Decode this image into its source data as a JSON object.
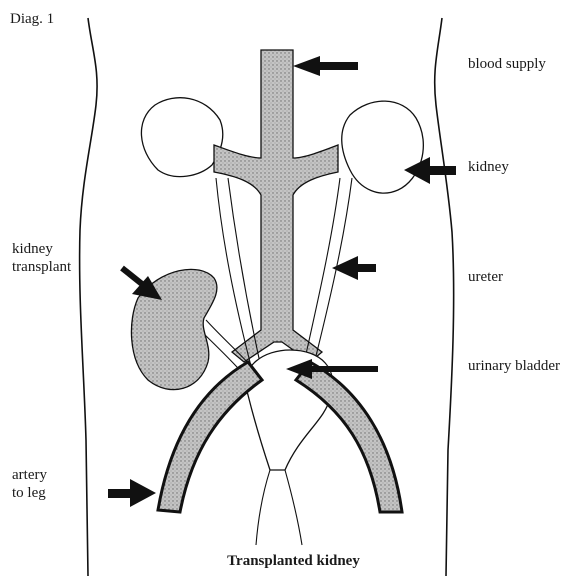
{
  "diagram_tag": "Diag. 1",
  "labels": {
    "blood_supply": "blood supply",
    "kidney": "kidney",
    "ureter": "ureter",
    "urinary_bladder": "urinary bladder",
    "kidney_transplant_line1": "kidney",
    "kidney_transplant_line2": "transplant",
    "artery_line1": "artery",
    "artery_line2": "to leg"
  },
  "caption": "Transplanted kidney",
  "colors": {
    "ink": "#111111",
    "stipple": "#b5b5b5",
    "background": "#ffffff"
  }
}
